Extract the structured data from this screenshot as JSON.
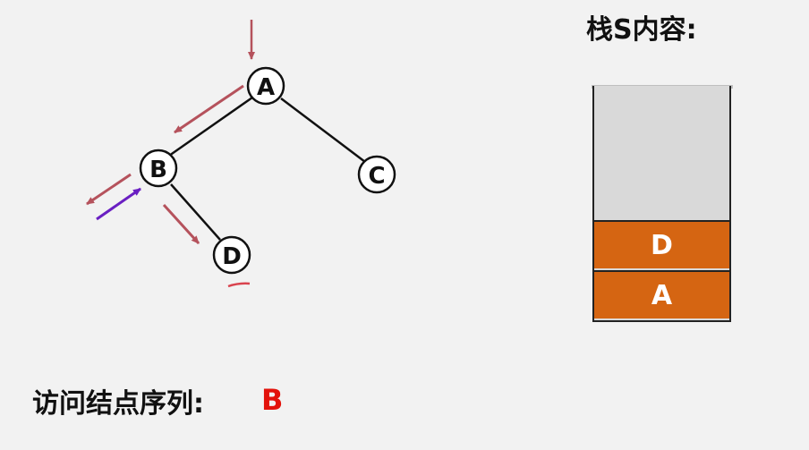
{
  "tree": {
    "nodes": [
      {
        "id": "A",
        "label": "A"
      },
      {
        "id": "B",
        "label": "B"
      },
      {
        "id": "C",
        "label": "C"
      },
      {
        "id": "D",
        "label": "D"
      }
    ],
    "edges": [
      [
        "A",
        "B"
      ],
      [
        "A",
        "C"
      ],
      [
        "B",
        "D"
      ]
    ],
    "traversal_arrow_color": "#b5525c",
    "return_arrow_color": "#6a1fc2",
    "marker_color": "#d9434e"
  },
  "stack": {
    "title": "栈S内容:",
    "items_top_to_bottom": [
      "D",
      "A"
    ],
    "cell_color": "#d56512",
    "empty_color": "#d9d9d9"
  },
  "visit": {
    "label": "访问结点序列:",
    "value": "B",
    "value_color": "#e3120b"
  }
}
